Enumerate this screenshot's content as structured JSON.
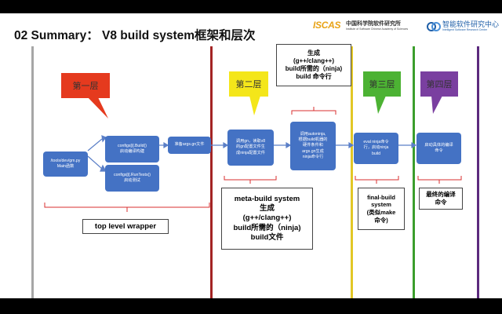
{
  "header": {
    "title": "02 Summary： V8 build system框架和层次",
    "logo_iscas_mark": "ISCAS",
    "logo_iscas_cn": "中国科学院软件研究所",
    "logo_iscas_en": "Institute of Software Chinese Academy of Sciences",
    "logo_isrc_cn": "智能软件研究中心",
    "logo_isrc_en": "Intelligent Software Research Center"
  },
  "layers": {
    "first": "第一层",
    "second": "第二层",
    "third": "第三层",
    "fourth": "第四层"
  },
  "top_note": [
    "生成",
    "(g++/clang++)",
    "build所需的（ninja)",
    "build 命令行"
  ],
  "boxes": {
    "main": [
      "/tools/dev/gm.py",
      "Main函数"
    ],
    "build": [
      "configs[i].Build()",
      "启动编译构建"
    ],
    "tests": [
      "configs[i].RunTests()",
      "启动测试"
    ],
    "argsgn": [
      "准备args.gn文件"
    ],
    "gn": [
      "调用gn，读取v8",
      "的gn配置文件生",
      "成ninja配置文件"
    ],
    "autoninja": [
      "调用autoninja,",
      "根据build机器的",
      "硬件条件和",
      "args.gn生成",
      "ninja命令行"
    ],
    "eval": [
      "eval ninja命令",
      "行，启动ninja",
      "build"
    ],
    "compile": [
      "启动具体的编译",
      "命令"
    ]
  },
  "captions": {
    "top_level": "top level wrapper",
    "meta_build": [
      "meta-build system",
      "生成",
      "(g++/clang++)",
      "build所需的（ninja)",
      "build文件"
    ],
    "final_build": [
      "final-build",
      "system",
      "(类似make",
      "命令)"
    ],
    "final_compile": [
      "最终的编译",
      "命令"
    ]
  },
  "colors": {
    "layer1": "#e53a1e",
    "layer2": "#f4e61a",
    "layer3": "#4cb233",
    "layer4": "#7a3fa0",
    "box": "#4472c4",
    "gray_line": "#a6a6a6",
    "dark_red_line": "#a32424",
    "yellow_line": "#e2c726",
    "green_line": "#3b9e2c",
    "purple_line": "#5c2a7e",
    "bracket": "#d82f2f"
  },
  "icons": {
    "arrow": "arrow-right-icon",
    "callout": "callout-pointer-icon",
    "bracket": "bracket-icon"
  }
}
